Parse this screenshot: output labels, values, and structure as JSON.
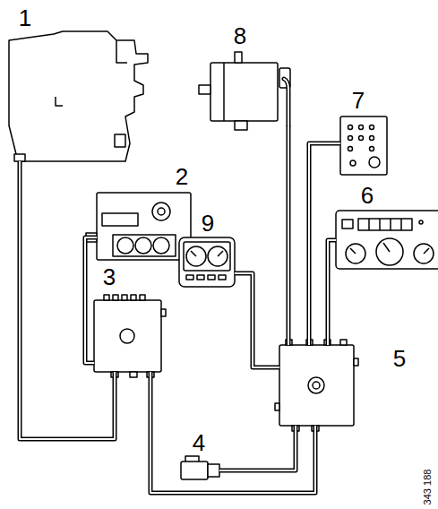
{
  "diagram": {
    "nodes": [
      {
        "text": [
          "1"
        ]
      },
      {
        "text": [
          "2"
        ]
      },
      {
        "text": [
          "3"
        ]
      },
      {
        "text": [
          "4"
        ]
      },
      {
        "text": [
          "5"
        ]
      },
      {
        "text": [
          "6"
        ]
      },
      {
        "text": [
          "7"
        ]
      },
      {
        "text": [
          "8"
        ]
      },
      {
        "text": [
          "9"
        ]
      }
    ],
    "edges": [
      {
        "from": 0,
        "to": 2,
        "arrow": "none"
      },
      {
        "from": 1,
        "to": 2,
        "arrow": "none"
      },
      {
        "from": 2,
        "to": 4,
        "arrow": "none"
      },
      {
        "from": 3,
        "to": 4,
        "arrow": "none"
      },
      {
        "from": 4,
        "to": 7,
        "arrow": "none"
      },
      {
        "from": 4,
        "to": 6,
        "arrow": "none"
      },
      {
        "from": 4,
        "to": 5,
        "arrow": "none"
      },
      {
        "from": 4,
        "to": 8,
        "arrow": "none"
      }
    ],
    "labels": [
      "343 188"
    ]
  }
}
